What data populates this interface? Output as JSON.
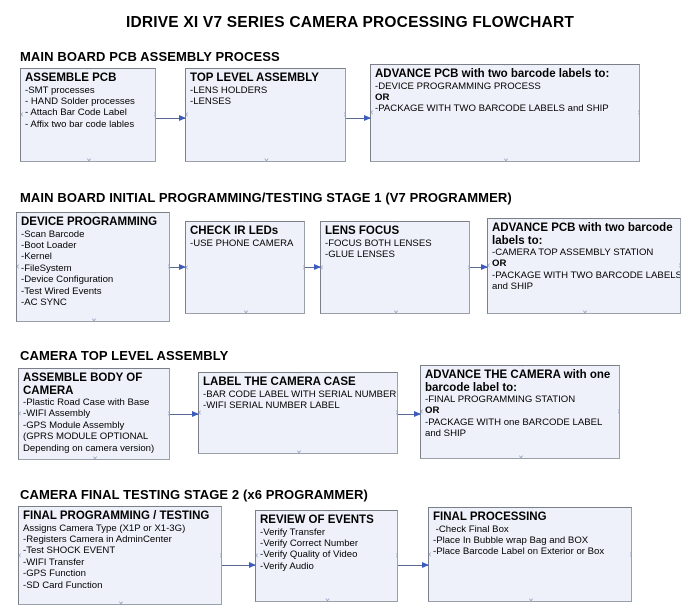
{
  "title": "IDRIVE XI V7 SERIES CAMERA PROCESSING FLOWCHART",
  "sections": [
    {
      "heading": "MAIN BOARD PCB ASSEMBLY PROCESS",
      "nodes": [
        {
          "header": "ASSEMBLE PCB",
          "lines": [
            "-SMT processes",
            "- HAND Solder processes",
            "- Attach Bar Code Label",
            "- Affix two bar code lables"
          ]
        },
        {
          "header": "TOP LEVEL ASSEMBLY",
          "lines": [
            "-LENS HOLDERS",
            "-LENSES"
          ]
        },
        {
          "header": "ADVANCE PCB with two barcode labels to:",
          "lines": [
            "-DEVICE PROGRAMMING PROCESS",
            "OR",
            "-PACKAGE WITH TWO BARCODE LABELS and SHIP"
          ],
          "bold_lines": [
            1
          ]
        }
      ]
    },
    {
      "heading": "MAIN BOARD INITIAL PROGRAMMING/TESTING STAGE 1 (V7 PROGRAMMER)",
      "nodes": [
        {
          "header": "DEVICE PROGRAMMING",
          "lines": [
            "-Scan Barcode",
            "-Boot Loader",
            "-Kernel",
            "-FileSystem",
            "-Device Configuration",
            "-Test Wired Events",
            "-AC SYNC"
          ]
        },
        {
          "header": "CHECK IR LEDs",
          "lines": [
            "-USE PHONE CAMERA"
          ]
        },
        {
          "header": "LENS FOCUS",
          "lines": [
            "-FOCUS BOTH LENSES",
            "-GLUE LENSES"
          ]
        },
        {
          "header": "ADVANCE PCB with two barcode labels to:",
          "lines": [
            "-CAMERA TOP ASSEMBLY STATION",
            "OR",
            "-PACKAGE WITH TWO BARCODE LABELS",
            "and SHIP"
          ],
          "bold_lines": [
            1
          ]
        }
      ]
    },
    {
      "heading": "CAMERA TOP LEVEL ASSEMBLY",
      "nodes": [
        {
          "header": "ASSEMBLE BODY OF CAMERA",
          "lines": [
            "-Plastic Road Case with Base",
            "-WIFI Assembly",
            "-GPS Module Assembly",
            "(GPRS MODULE OPTIONAL",
            "Depending on camera version)"
          ]
        },
        {
          "header": "LABEL THE CAMERA CASE",
          "lines": [
            "-BAR CODE LABEL WITH SERIAL NUMBER",
            "-WIFI SERIAL NUMBER LABEL"
          ]
        },
        {
          "header": "ADVANCE THE CAMERA with one barcode label to:",
          "lines": [
            "-FINAL PROGRAMMING STATION",
            "OR",
            "-PACKAGE WITH one BARCODE LABEL",
            "and SHIP"
          ],
          "bold_lines": [
            1
          ]
        }
      ]
    },
    {
      "heading": "CAMERA FINAL TESTING STAGE 2 (x6 PROGRAMMER)",
      "nodes": [
        {
          "header": "FINAL PROGRAMMING / TESTING",
          "lines": [
            "Assigns Camera Type (X1P or X1-3G)",
            "-Registers Camera in AdminCenter",
            "-Test SHOCK EVENT",
            "-WIFI Transfer",
            "-GPS Function",
            "-SD Card Function"
          ]
        },
        {
          "header": "REVIEW OF EVENTS",
          "lines": [
            "-Verify Transfer",
            "-Verify Correct Number",
            "-Verify Quality of Video",
            "-Verify Audio"
          ]
        },
        {
          "header": "FINAL PROCESSING",
          "lines": [
            " -Check Final Box",
            "-Place In Bubble wrap Bag and BOX",
            "-Place Barcode Label on Exterior or Box"
          ]
        }
      ]
    }
  ],
  "colors": {
    "node_fill": "#eef1f9",
    "node_border": "#7b7f87",
    "connector": "#3b5bbd",
    "text": "#000000"
  }
}
